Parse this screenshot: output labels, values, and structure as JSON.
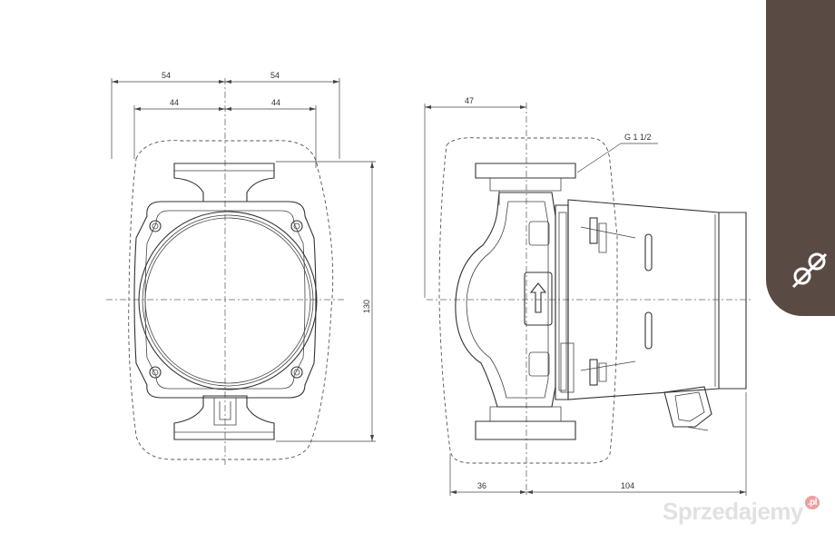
{
  "drawing": {
    "front_view": {
      "dim_top_left": "54",
      "dim_top_right": "54",
      "dim_mid_left": "44",
      "dim_mid_right": "44",
      "dim_height": "130"
    },
    "side_view": {
      "dim_top": "47",
      "thread_label": "G 1 1/2",
      "dim_bottom_left": "36",
      "dim_bottom_right": "104"
    }
  },
  "watermark": {
    "text": "Sprzedajemy",
    "suffix": ".pl"
  },
  "corner_tab": {
    "icon": "link-off-icon"
  }
}
